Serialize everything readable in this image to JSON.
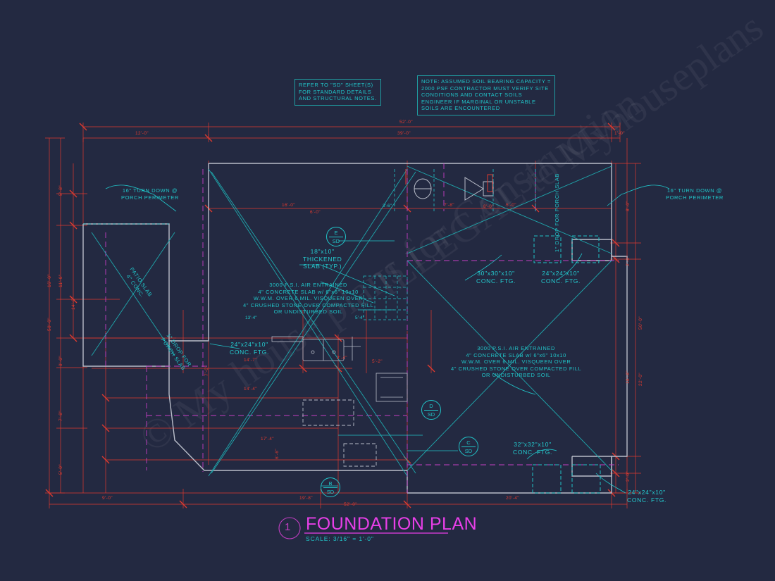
{
  "drawing": {
    "title": "FOUNDATION PLAN",
    "detail_number": "1",
    "scale": "SCALE: 3/16\" = 1'-0\"",
    "watermark_1": "© My house plans for Construction",
    "watermark_2": "ILLEGAL to Myhouseplans"
  },
  "notes": {
    "sd_note": "REFER TO \"SD\" SHEET(S)\nFOR STANDARD DETAILS\nAND STRUCTURAL NOTES.",
    "soil_note": "NOTE: ASSUMED SOIL BEARING CAPACITY =\n2000 PSF CONTRACTOR MUST VERIFY SITE\nCONDITIONS AND CONTACT SOILS\nENGINEER IF MARGINAL OR UNSTABLE\nSOILS ARE ENCOUNTERED"
  },
  "callouts": {
    "turn_down_left": "16\" TURN DOWN @\nPORCH PERIMETER",
    "turn_down_right": "16\" TURN DOWN @\nPORCH PERIMETER",
    "thickened_slab": "18\"x10\"\nTHICKENED\nSLAB (TYP.)",
    "slab_spec_left": "3000 P.S.I. AIR ENTRAINED\n4\" CONCRETE SLAB w/ 6\"x6\" 10x10\nW.W.M. OVER 6 MIL. VISQUEEN OVER\n4\" CRUSHED STONE OVER COMPACTED FILL\nOR UNDISTURBED SOIL",
    "slab_spec_right": "3000 P.S.I. AIR ENTRAINED\n4\" CONCRETE SLAB w/ 6\"x6\" 10x10\nW.W.M. OVER 6 MIL. VISQUEEN OVER\n4\" CRUSHED STONE OVER COMPACTED FILL\nOR UNDISTURBED SOIL",
    "ftg_30": "30\"x30\"x10\"\nCONC. FTG.",
    "ftg_24_top": "24\"x24\"x10\"\nCONC. FTG.",
    "ftg_24_left": "24\"x24\"x10\"\nCONC. FTG.",
    "ftg_32": "32\"x32\"x10\"\nCONC. FTG.",
    "ftg_24_bottom": "24\"x24\"x10\"\nCONC. FTG.",
    "patio_slab": "PATIO SLAB\n4\" CONC.",
    "drop_left": "1\" DROP FOR\nPORCH SLAB",
    "drop_right": "1\" DROP FOR PORCH SLAB"
  },
  "bubbles": [
    {
      "letter": "E",
      "sheet": "SD"
    },
    {
      "letter": "D",
      "sheet": "SD"
    },
    {
      "letter": "C",
      "sheet": "SD"
    },
    {
      "letter": "B",
      "sheet": "SD"
    }
  ],
  "dimensions": {
    "top": [
      "12'-0\"",
      "52'-0\"",
      "39'-0\"",
      "1'-0\""
    ],
    "bottom": [
      "19'-8\"",
      "52'-0\"",
      "20'-4\""
    ],
    "bottom_left": [
      "9'-0\""
    ],
    "left": [
      "5'-8\"",
      "16'-0\"",
      "11'-0\"",
      "14'-0\"",
      "9'-0\"",
      "7'-8\"",
      "5'-0\"",
      "50'-0\""
    ],
    "right": [
      "8'-0\"",
      "2'-0\"",
      "18'-8\"",
      "22'-0\"",
      "2'-0\"",
      "50'-0\""
    ],
    "interior": [
      "16'-0\"",
      "3'-6\"",
      "7'-8\"",
      "5'-0\"",
      "13'-4\"",
      "5'-4\"",
      "14'-7\"",
      "7'-0\"",
      "14'-4\"",
      "17'-4\"",
      "6'-6\"",
      "8'-0\"",
      "5'-2\"",
      "2'-4\"",
      "6'-0\""
    ]
  },
  "colors": {
    "background": "#232941",
    "cyan": "#21c4c8",
    "red": "#e03a2f",
    "magenta": "#e83fe8",
    "white": "#b9bdc9"
  }
}
